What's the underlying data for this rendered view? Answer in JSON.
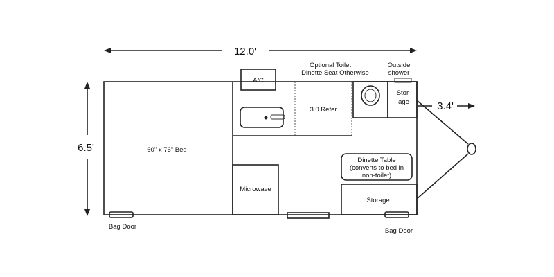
{
  "dimensions": {
    "length": "12.0'",
    "width": "6.5'",
    "tongue": "3.4'"
  },
  "labels": {
    "bed": "60\" x 76\" Bed",
    "ac": "A/C",
    "refer": "3.0 Refer",
    "toilet_line1": "Optional Toilet",
    "toilet_line2": "Dinette Seat Otherwise",
    "shower_line1": "Outside",
    "shower_line2": "shower",
    "storage_side_line1": "Stor-",
    "storage_side_line2": "age",
    "dinette_line1": "Dinette Table",
    "dinette_line2": "(converts to bed in",
    "dinette_line3": "non-toilet)",
    "microwave": "Microwave",
    "storage_bottom": "Storage",
    "bag_door_left": "Bag Door",
    "bag_door_right": "Bag Door"
  }
}
